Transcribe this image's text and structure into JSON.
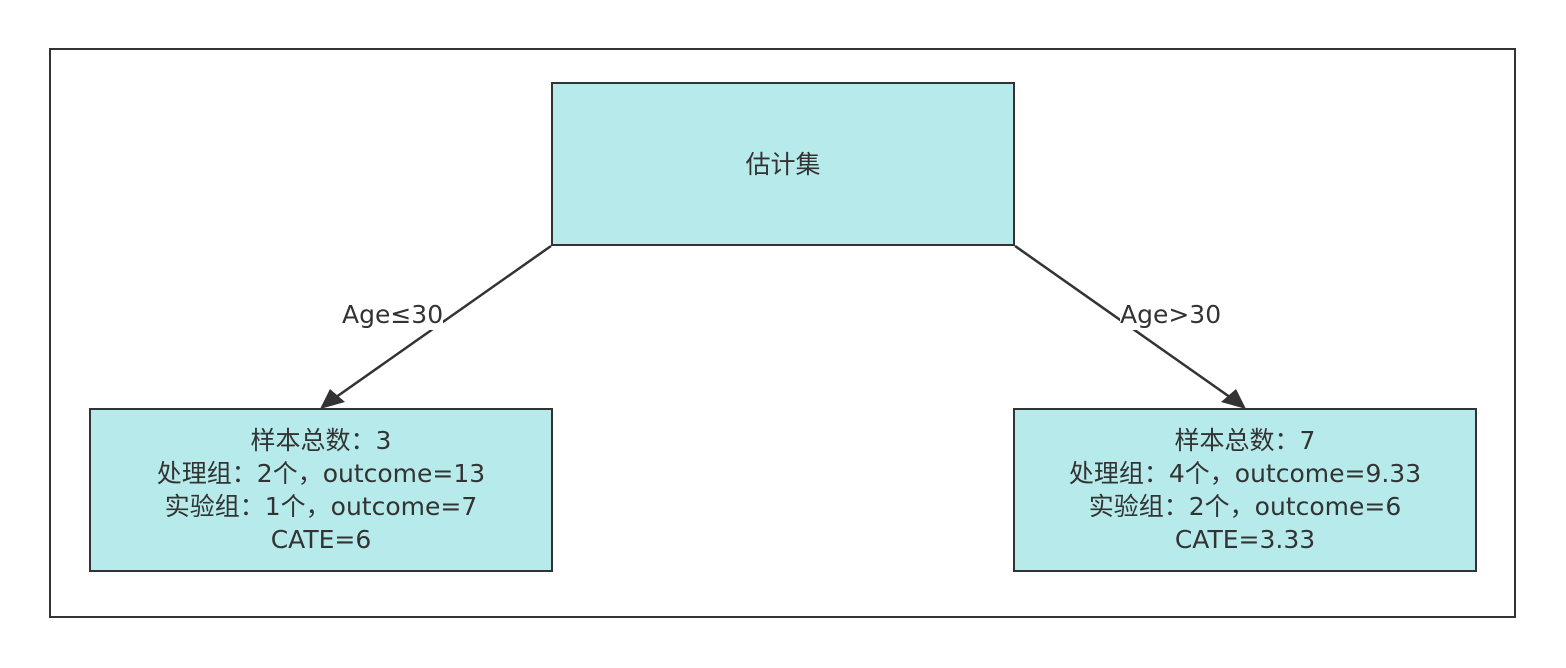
{
  "colors": {
    "node_fill": "#b7eaea",
    "stroke": "#333333",
    "background": "#ffffff"
  },
  "root": {
    "label": "估计集"
  },
  "edges": {
    "left_label": "Age≤30",
    "right_label": "Age>30"
  },
  "left_leaf": {
    "line1": "样本总数：3",
    "line2": "处理组：2个，outcome=13",
    "line3": "实验组：1个，outcome=7",
    "line4": "CATE=6"
  },
  "right_leaf": {
    "line1": "样本总数：7",
    "line2": "处理组：4个，outcome=9.33",
    "line3": "实验组：2个，outcome=6",
    "line4": "CATE=3.33"
  }
}
